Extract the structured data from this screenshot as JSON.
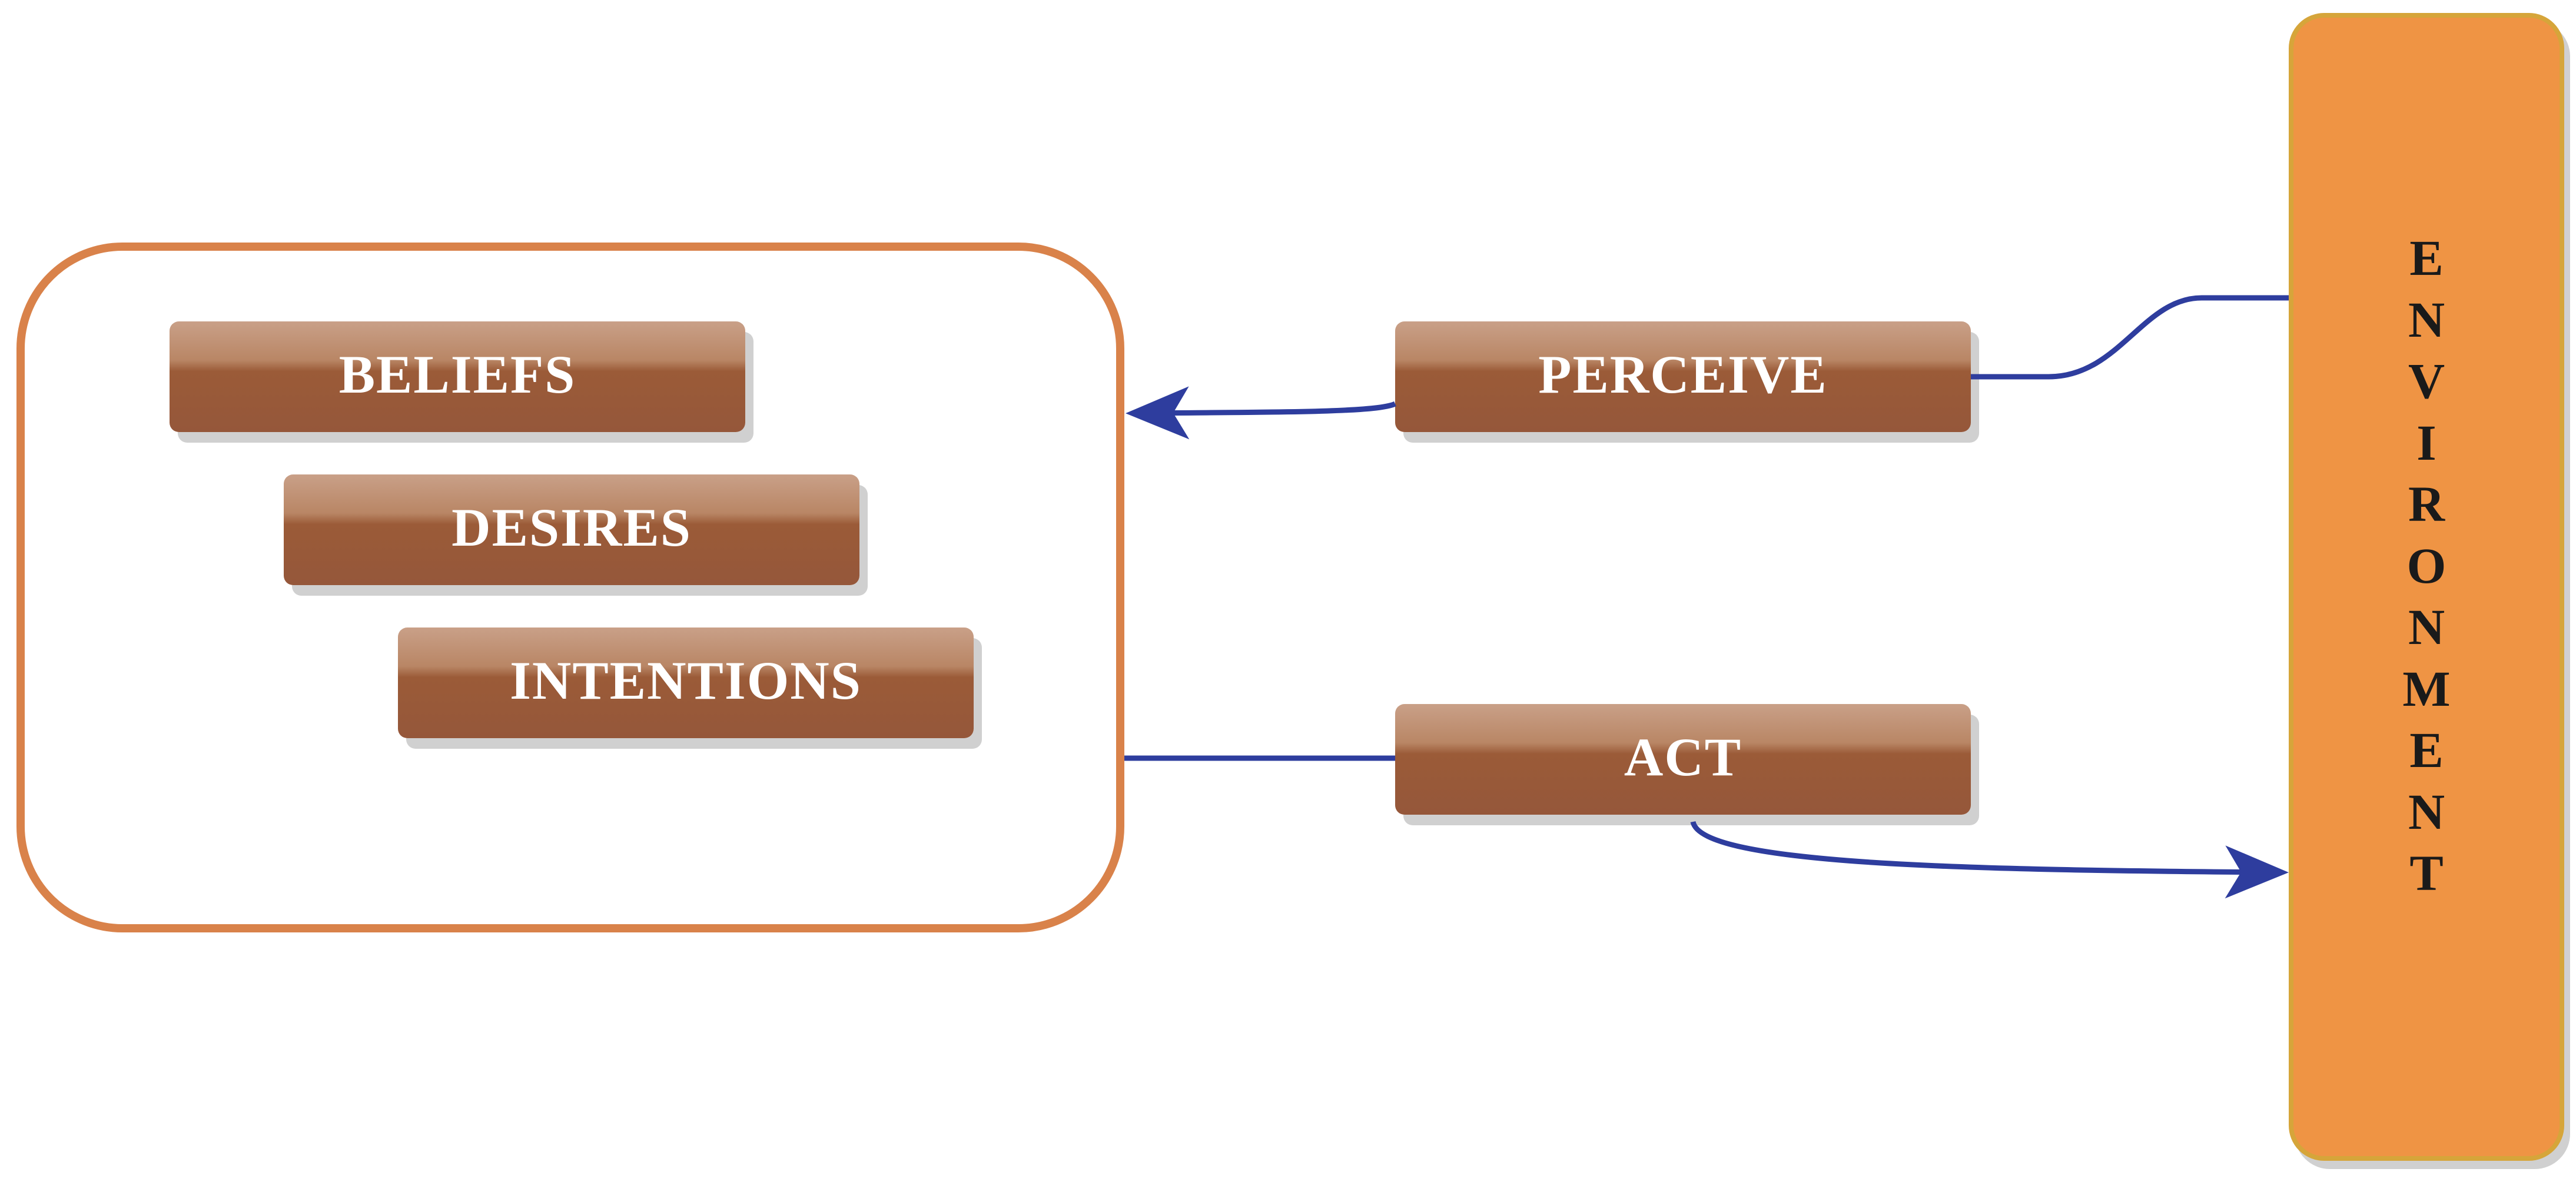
{
  "diagram": {
    "agent": {
      "items": [
        {
          "label": "BELIEFS"
        },
        {
          "label": "DESIRES"
        },
        {
          "label": "INTENTIONS"
        }
      ]
    },
    "perceive": {
      "label": "PERCEIVE"
    },
    "act": {
      "label": "ACT"
    },
    "environment": {
      "letters": [
        "E",
        "N",
        "V",
        "I",
        "R",
        "O",
        "N",
        "M",
        "E",
        "N",
        "T"
      ]
    },
    "colors": {
      "agent_border": "#d9824a",
      "pill_fill": "#95573a",
      "environment_fill": "#ef9444",
      "environment_border": "#d6a53a",
      "connector": "#2e3d9e"
    }
  }
}
